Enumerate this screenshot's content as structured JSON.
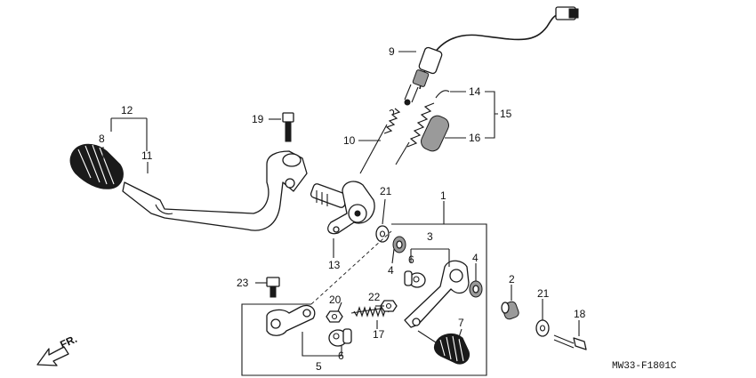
{
  "diagram": {
    "callouts": {
      "c1": "1",
      "c2": "2",
      "c3": "3",
      "c4a": "4",
      "c4b": "4",
      "c5": "5",
      "c6a": "6",
      "c6b": "6",
      "c7": "7",
      "c8": "8",
      "c9": "9",
      "c10": "10",
      "c11": "11",
      "c12": "12",
      "c13": "13",
      "c14": "14",
      "c15": "15",
      "c16": "16",
      "c17": "17",
      "c18": "18",
      "c19": "19",
      "c20": "20",
      "c21a": "21",
      "c21b": "21",
      "c22": "22",
      "c23": "23"
    },
    "drawing_code": "MW33-F1801C",
    "direction_label": "FR."
  }
}
